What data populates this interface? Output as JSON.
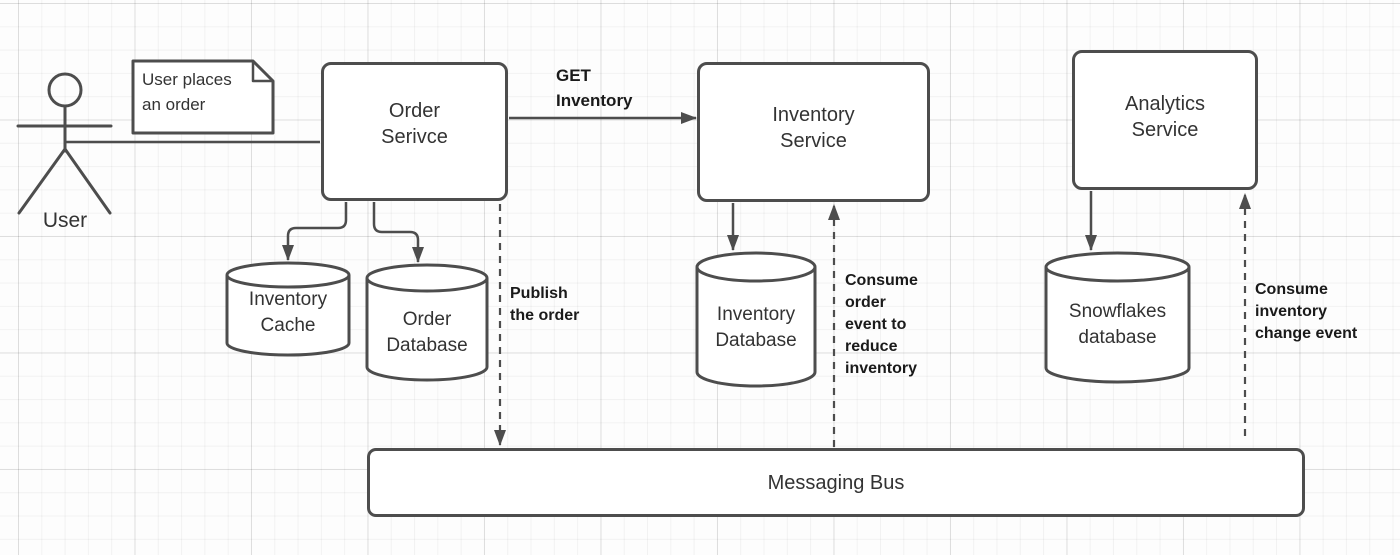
{
  "diagram": {
    "actor": {
      "label": "User"
    },
    "note": {
      "text": "User places\nan order"
    },
    "nodes": {
      "order_service": {
        "label": "Order\nSerivce"
      },
      "inventory_service": {
        "label": "Inventory\nService"
      },
      "analytics_service": {
        "label": "Analytics\nService"
      },
      "messaging_bus": {
        "label": "Messaging Bus"
      }
    },
    "datastores": {
      "inventory_cache": {
        "label": "Inventory\nCache"
      },
      "order_database": {
        "label": "Order\nDatabase"
      },
      "inventory_database": {
        "label": "Inventory\nDatabase"
      },
      "snowflakes_database": {
        "label": "Snowflakes\ndatabase"
      }
    },
    "edges": {
      "get_inventory": {
        "label": "GET\nInventory"
      },
      "publish_order": {
        "label": "Publish\nthe order"
      },
      "consume_order": {
        "label": "Consume\norder\nevent to\nreduce\ninventory"
      },
      "consume_inventory_change": {
        "label": "Consume\ninventory\nchange event"
      }
    },
    "colors": {
      "stroke": "#4d4d4d",
      "node_text": "#333333",
      "edge_label_text": "#1a1a1a",
      "shape_fill": "#ffffff",
      "canvas": "#fdfdfd"
    }
  }
}
